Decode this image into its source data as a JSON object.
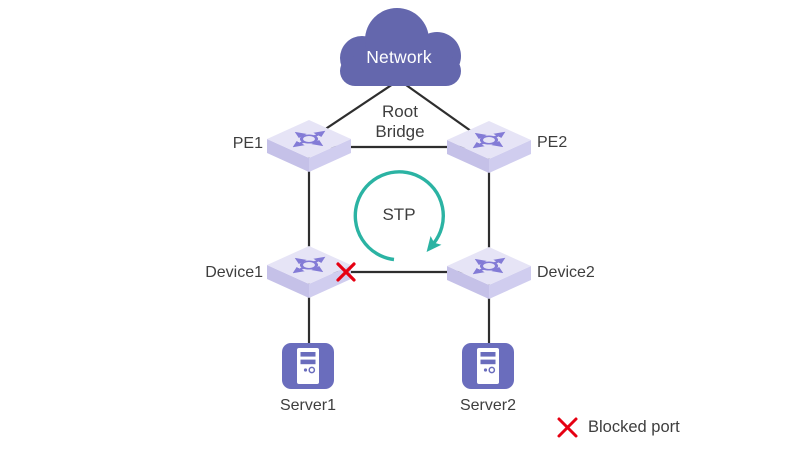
{
  "labels": {
    "network_cloud": "Network",
    "root_bridge": "Root Bridge",
    "stp": "STP",
    "pe1": "PE1",
    "pe2": "PE2",
    "device1": "Device1",
    "device2": "Device2",
    "server1": "Server1",
    "server2": "Server2"
  },
  "legend": {
    "blocked_port": "Blocked port"
  },
  "colors": {
    "cloud": "#6467ad",
    "server_fill": "#6a6dbd",
    "switch_top": "#e6e4f6",
    "switch_side_left": "#c5c1e8",
    "switch_side_right": "#d0cdef",
    "switch_icon": "#837bd6",
    "link_line": "#2e2e2e",
    "stp_teal": "#2bb3a3",
    "blocked_red": "#e60012",
    "label_text": "#3e3e3e"
  }
}
